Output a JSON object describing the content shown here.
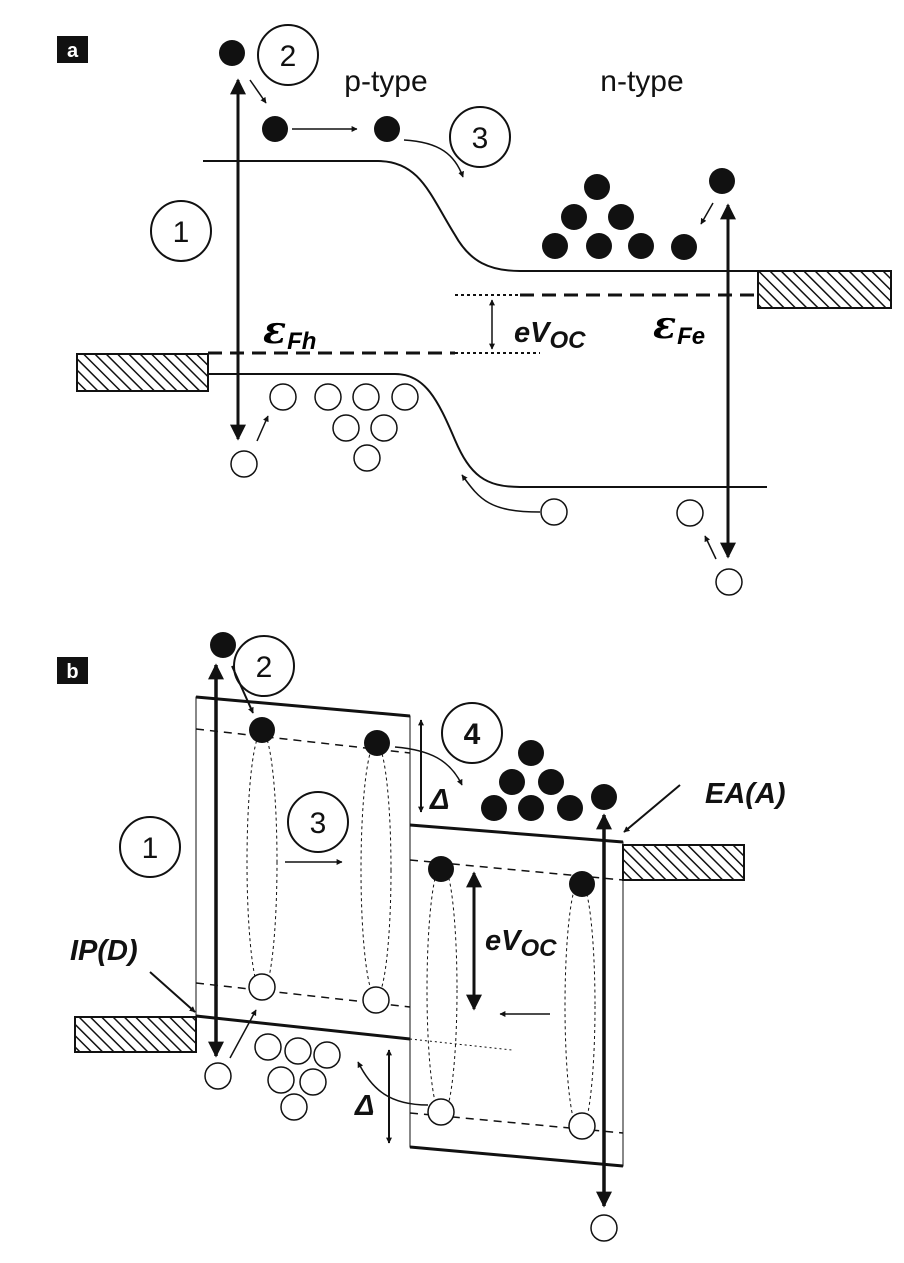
{
  "panel_a": {
    "tag": "a",
    "p_type_label": "p-type",
    "n_type_label": "n-type",
    "steps": [
      "1",
      "2",
      "3"
    ],
    "fermi_hole": {
      "symbol": "ε",
      "sub": "Fh"
    },
    "fermi_electron": {
      "symbol": "ε",
      "sub": "Fe"
    },
    "voc": {
      "main": "eV",
      "sub": "OC"
    }
  },
  "panel_b": {
    "tag": "b",
    "steps": [
      "1",
      "2",
      "3",
      "4"
    ],
    "delta_upper": "Δ",
    "delta_lower": "Δ",
    "ip_label": "IP(D)",
    "ea_label": "EA(A)",
    "voc": {
      "main": "eV",
      "sub": "OC"
    }
  }
}
